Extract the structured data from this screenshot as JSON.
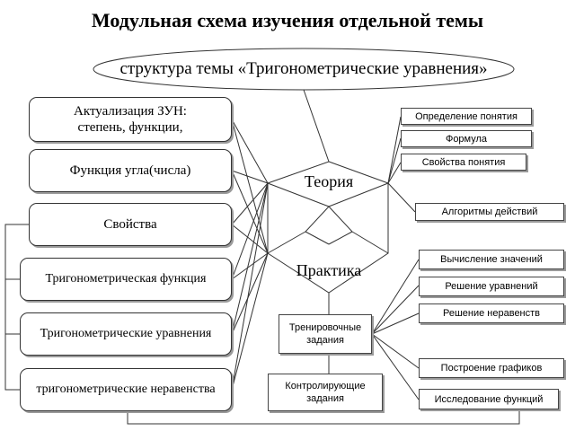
{
  "title": "Модульная схема изучения отдельной темы",
  "structure": "структура темы «Тригонометрические уравнения»",
  "left_blocks": [
    "Актуализация ЗУН: степень, функции,",
    "Функция угла(числа)",
    "Свойства",
    "Тригонометрическая  функция",
    "Тригонометрические уравнения",
    "тригонометрические неравенства"
  ],
  "center": {
    "theory": "Теория",
    "practice": "Практика"
  },
  "theory_items": [
    "Определение понятия",
    "Формула",
    "Свойства понятия",
    "Алгоритмы действий"
  ],
  "practice_tasks": {
    "training": "Тренировочные задания",
    "control": "Контролирующие задания"
  },
  "practice_items": [
    "Вычисление значений",
    "Решение уравнений",
    "Решение неравенств",
    "Построение графиков",
    "Исследование функций"
  ]
}
